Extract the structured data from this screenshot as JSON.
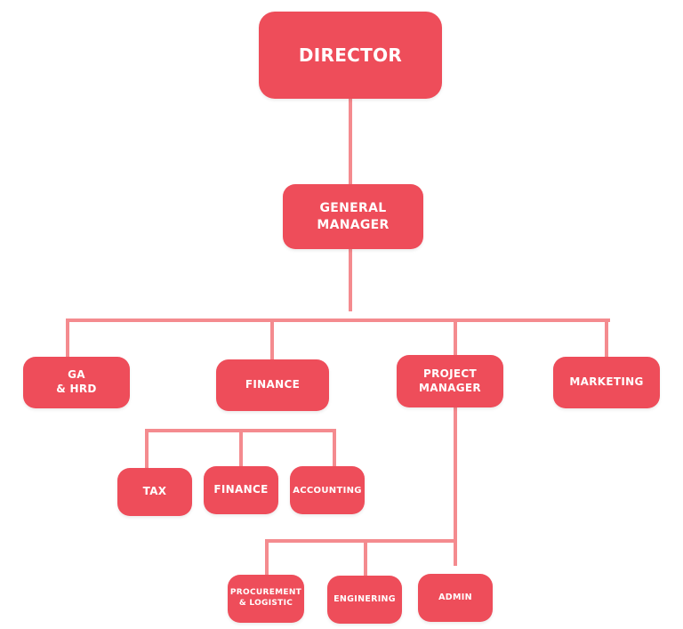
{
  "colors": {
    "node_fill": "#ee4d5a",
    "connector": "#f48b8f",
    "text": "#ffffff"
  },
  "nodes": {
    "director": "DIRECTOR",
    "general_manager": "GENERAL\nMANAGER",
    "ga_hrd": "GA\n& HRD",
    "finance": "FINANCE",
    "project_manager": "PROJECT\nMANAGER",
    "marketing": "MARKETING",
    "tax": "TAX",
    "finance_sub": "FINANCE",
    "accounting": "ACCOUNTING",
    "procurement": "PROCUREMENT\n& LOGISTIC",
    "engineering": "ENGINERING",
    "admin": "ADMIN"
  }
}
